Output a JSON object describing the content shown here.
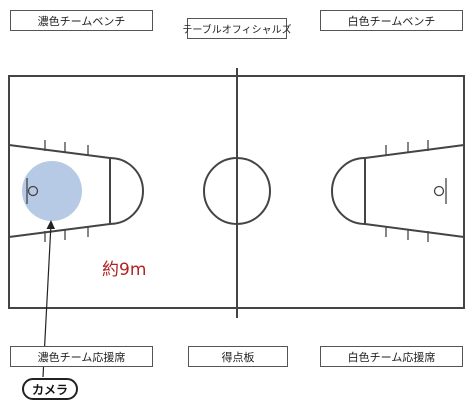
{
  "labels": {
    "dark_bench": "濃色チームベンチ",
    "officials": "テーブルオフィシャルズ",
    "white_bench": "白色チームベンチ",
    "dark_supporters": "濃色チーム応援席",
    "scoreboard": "得点板",
    "white_supporters": "白色チーム応援席",
    "distance": "約9m",
    "camera": "カメラ"
  },
  "colors": {
    "court_line": "#444444",
    "camera_zone_fill": "#a9bfe0",
    "distance_text": "#b22222"
  }
}
